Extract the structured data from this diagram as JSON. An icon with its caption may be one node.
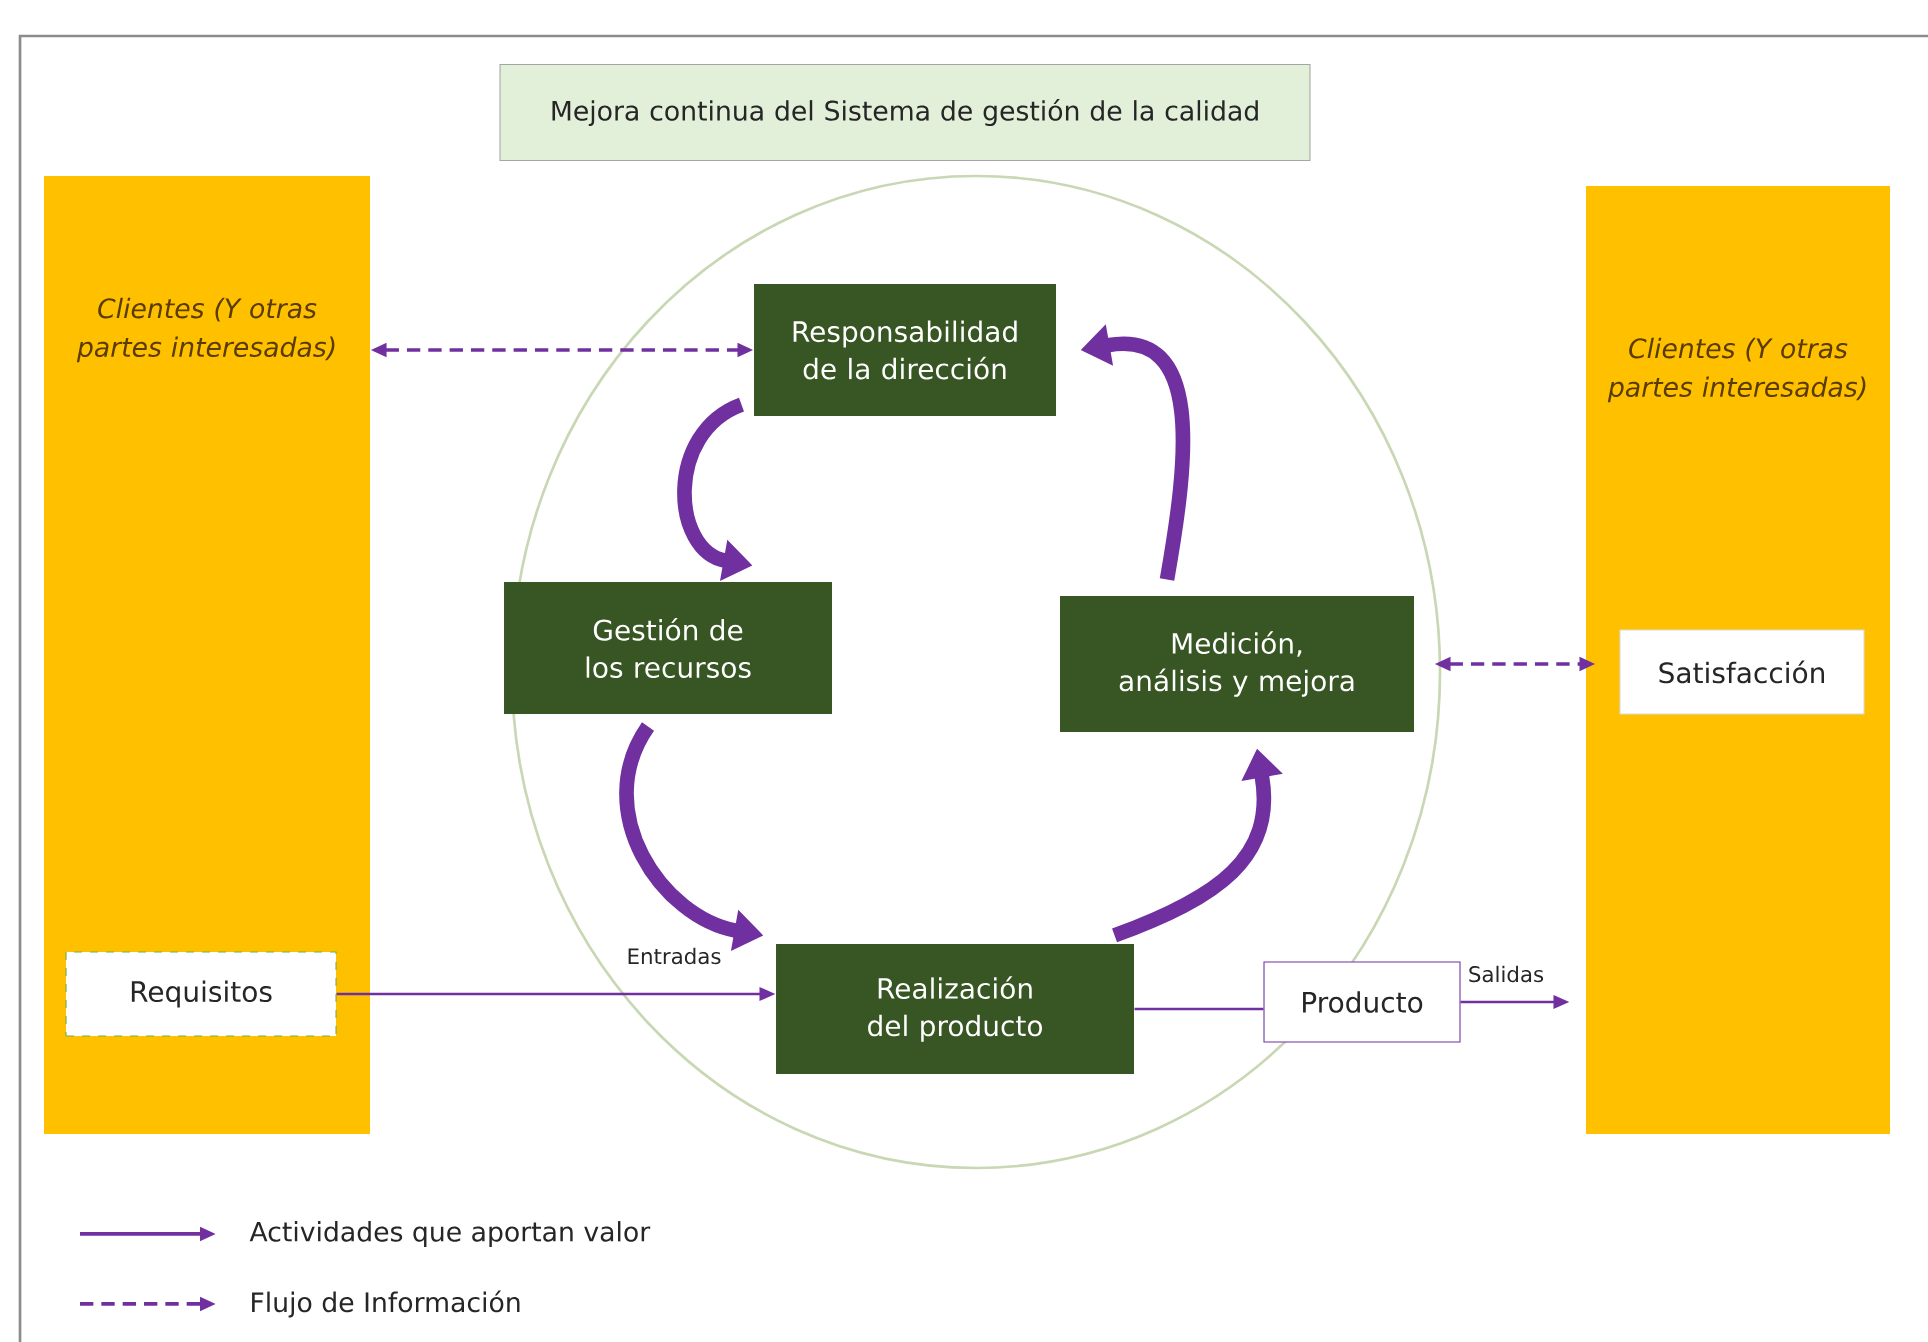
{
  "diagram": {
    "nodes": [
      {
        "text": [
          "Mejora continua del Sistema de gestión de la calidad"
        ]
      },
      {
        "text": [
          "Clientes (Y otras partes interesadas)"
        ]
      },
      {
        "text": [
          "Requisitos"
        ],
        "in": 1
      },
      {
        "text": [
          "Responsabilidad de la dirección"
        ]
      },
      {
        "text": [
          "Gestión de los recursos"
        ]
      },
      {
        "text": [
          "Medición, análisis y mejora"
        ]
      },
      {
        "text": [
          "Realización del producto"
        ]
      },
      {
        "text": [
          "Producto"
        ]
      },
      {
        "text": [
          "Clientes (Y otras partes interesadas)"
        ]
      },
      {
        "text": [
          "Satisfacción"
        ],
        "in": 8
      }
    ],
    "edges": [
      {
        "from": 1,
        "to": 3,
        "arrow": "both",
        "style": "dashed"
      },
      {
        "from": 3,
        "to": 4,
        "arrow": "to",
        "style": "thick"
      },
      {
        "from": 4,
        "to": 6,
        "arrow": "to",
        "style": "thick"
      },
      {
        "from": 6,
        "to": 5,
        "arrow": "to",
        "style": "thick"
      },
      {
        "from": 5,
        "to": 3,
        "arrow": "to",
        "style": "thick"
      },
      {
        "from": 2,
        "to": 6,
        "arrow": "to",
        "label": "Entradas"
      },
      {
        "from": 6,
        "to": 7,
        "arrow": "none"
      },
      {
        "from": 7,
        "to": 8,
        "arrow": "to",
        "label": "Salidas"
      },
      {
        "from": 5,
        "to": 9,
        "arrow": "both",
        "style": "dashed"
      }
    ],
    "legend": [
      {
        "text": "Actividades que aportan valor"
      },
      {
        "text": "Flujo de Información"
      }
    ]
  }
}
